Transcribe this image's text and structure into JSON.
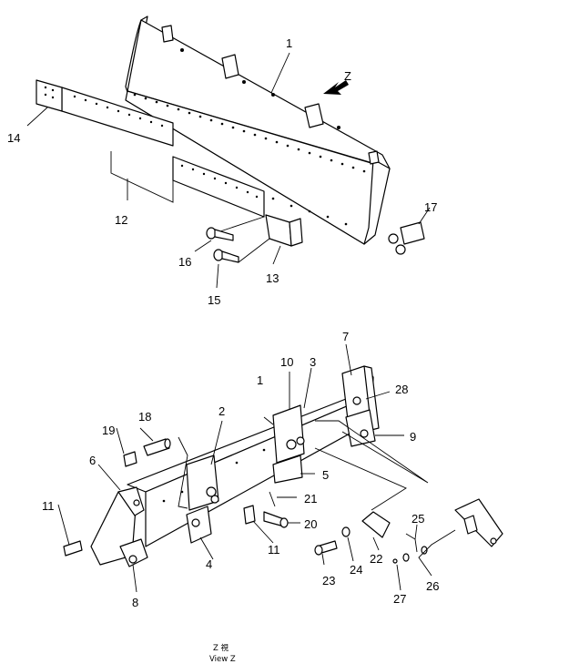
{
  "diagram": {
    "callouts": [
      "1",
      "14",
      "12",
      "16",
      "15",
      "13",
      "17",
      "1",
      "19",
      "18",
      "6",
      "2",
      "10",
      "3",
      "7",
      "28",
      "9",
      "5",
      "21",
      "11",
      "20",
      "11",
      "4",
      "8",
      "22",
      "23",
      "24",
      "25",
      "26",
      "27"
    ],
    "view_marker_letter": "Z",
    "caption": {
      "line1": "Z  視",
      "line2": "View Z"
    }
  }
}
